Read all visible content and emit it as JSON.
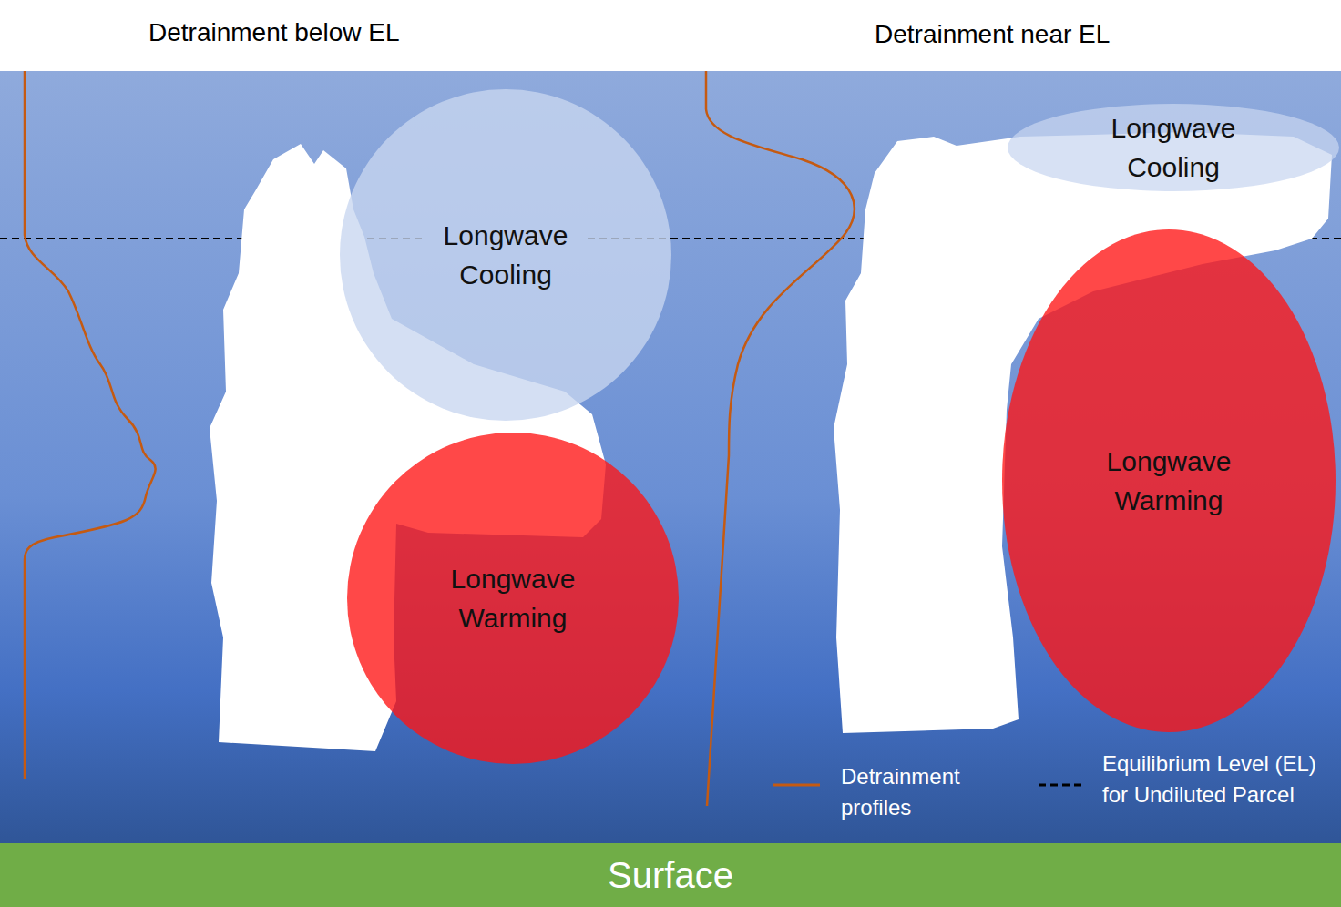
{
  "diagram": {
    "nodes": [
      {
        "text": [
          "Longwave Cooling"
        ]
      },
      {
        "text": [
          "Longwave Warming"
        ]
      },
      {
        "text": [
          "Longwave Cooling"
        ]
      },
      {
        "text": [
          "Longwave Warming"
        ]
      },
      {
        "text": [
          "Surface"
        ]
      }
    ],
    "labels": [
      "Detrainment below EL",
      "Detrainment near EL"
    ],
    "legend": [
      {
        "text": "Detrainment profiles"
      },
      {
        "text": "Equilibrium Level (EL) for Undiluted Parcel"
      }
    ]
  }
}
